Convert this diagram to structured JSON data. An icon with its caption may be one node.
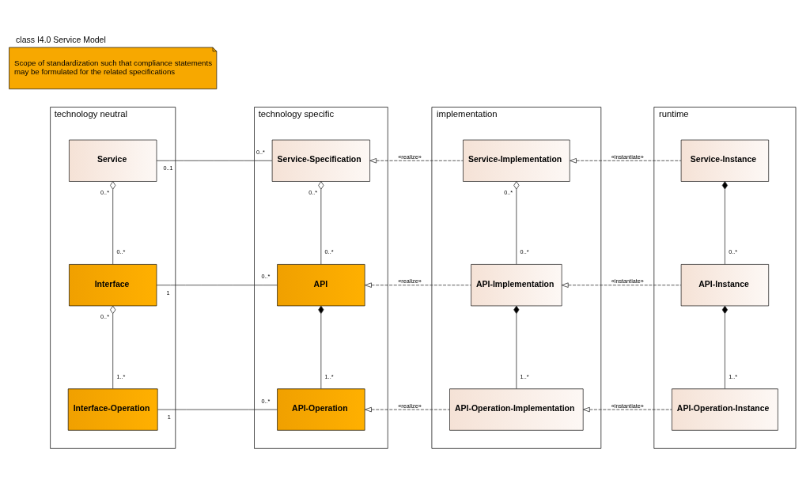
{
  "diagram": {
    "title": "class I4.0 Service Model",
    "nodes": [
      {
        "text": [
          "technology neutral"
        ]
      },
      {
        "text": [
          "Service"
        ],
        "in": 0
      },
      {
        "text": [
          "Interface"
        ],
        "in": 0
      },
      {
        "text": [
          "Interface-Operation"
        ],
        "in": 0
      },
      {
        "text": [
          "technology specific"
        ]
      },
      {
        "text": [
          "Service-Specification"
        ],
        "in": 4
      },
      {
        "text": [
          "API"
        ],
        "in": 4
      },
      {
        "text": [
          "API-Operation"
        ],
        "in": 4
      },
      {
        "text": [
          "implementation"
        ]
      },
      {
        "text": [
          "Service-Implementation"
        ],
        "in": 8
      },
      {
        "text": [
          "API-Implementation"
        ],
        "in": 8
      },
      {
        "text": [
          "API-Operation-Implementation"
        ],
        "in": 8
      },
      {
        "text": [
          "runtime"
        ]
      },
      {
        "text": [
          "Service-Instance"
        ],
        "in": 12
      },
      {
        "text": [
          "API-Instance"
        ],
        "in": 12
      },
      {
        "text": [
          "API-Operation-Instance"
        ],
        "in": 12
      },
      {
        "text": [
          "Scope of standardization such that compliance statements may be formulated for the related specifications"
        ]
      }
    ],
    "edges": [
      {
        "from": 1,
        "to": 5,
        "arrow": "none"
      },
      {
        "from": 1,
        "to": 2,
        "arrow": "other"
      },
      {
        "from": 2,
        "to": 6,
        "arrow": "none"
      },
      {
        "from": 2,
        "to": 3,
        "arrow": "other"
      },
      {
        "from": 3,
        "to": 7,
        "arrow": "none"
      },
      {
        "from": 5,
        "to": 6,
        "arrow": "other"
      },
      {
        "from": 6,
        "to": 7,
        "arrow": "other"
      },
      {
        "from": 9,
        "to": 5,
        "arrow": "to",
        "style": "dashed",
        "label": "«realize»"
      },
      {
        "from": 10,
        "to": 6,
        "arrow": "to",
        "style": "dashed",
        "label": "«realize»"
      },
      {
        "from": 11,
        "to": 7,
        "arrow": "to",
        "style": "dashed",
        "label": "«realize»"
      },
      {
        "from": 9,
        "to": 10,
        "arrow": "other"
      },
      {
        "from": 10,
        "to": 11,
        "arrow": "other"
      },
      {
        "from": 13,
        "to": 9,
        "arrow": "to",
        "style": "dashed",
        "label": "«instantiate»"
      },
      {
        "from": 14,
        "to": 10,
        "arrow": "to",
        "style": "dashed",
        "label": "«instantiate»"
      },
      {
        "from": 15,
        "to": 11,
        "arrow": "to",
        "style": "dashed",
        "label": "«instantiate»"
      },
      {
        "from": 13,
        "to": 14,
        "arrow": "other"
      },
      {
        "from": 14,
        "to": 15,
        "arrow": "other"
      }
    ],
    "labels": [
      "0..1",
      "0..*",
      "0..*",
      "0..*",
      "1",
      "0..*",
      "0..*",
      "1..*",
      "1",
      "0..*",
      "0..*",
      "0..*",
      "1..*",
      "0..*",
      "0..*",
      "1..*",
      "0..*",
      "1..*"
    ]
  }
}
